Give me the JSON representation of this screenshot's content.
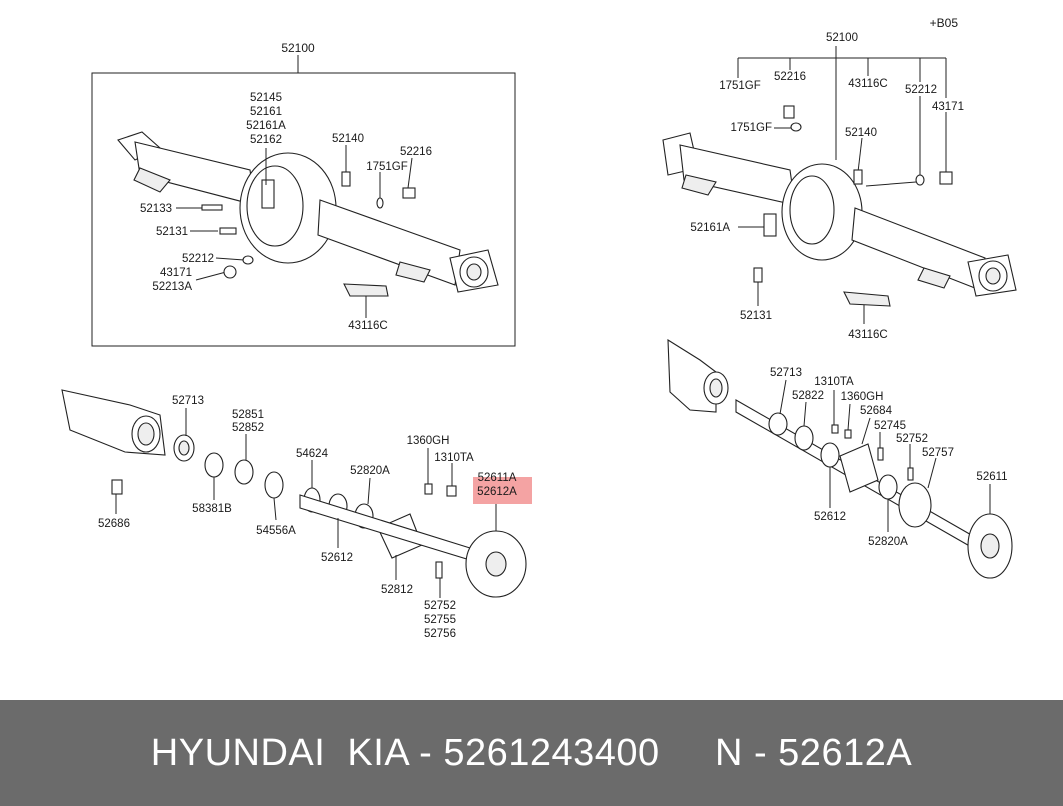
{
  "diagram": {
    "top_left": {
      "box_label": "52100",
      "labels": {
        "l52145": "52145",
        "l52161": "52161",
        "l52161A": "52161A",
        "l52162": "52162",
        "l52140": "52140",
        "l52216": "52216",
        "l1751GF": "1751GF",
        "l52133": "52133",
        "l52131": "52131",
        "l52212": "52212",
        "l43171": "43171",
        "l52213A": "52213A",
        "l43116C": "43116C"
      }
    },
    "top_right": {
      "code": "+B05",
      "labels": {
        "l52100": "52100",
        "l1751GF_a": "1751GF",
        "l52216": "52216",
        "l43116C_a": "43116C",
        "l52212": "52212",
        "l43171": "43171",
        "l1751GF_b": "1751GF",
        "l52140": "52140",
        "l52161A": "52161A",
        "l52131": "52131",
        "l43116C_b": "43116C"
      }
    },
    "bottom_left": {
      "labels": {
        "l52713": "52713",
        "l52851": "52851",
        "l52852": "52852",
        "l58381B": "58381B",
        "l52686": "52686",
        "l54624": "54624",
        "l54556A": "54556A",
        "l52820A": "52820A",
        "l52612": "52612",
        "l1360GH": "1360GH",
        "l1310TA": "1310TA",
        "l52611A": "52611A",
        "l52612A": "52612A",
        "l52812": "52812",
        "l52752": "52752",
        "l52755": "52755",
        "l52756": "52756"
      },
      "highlight_color": "#f4a3a3"
    },
    "bottom_right": {
      "labels": {
        "l52713": "52713",
        "l1310TA": "1310TA",
        "l52822": "52822",
        "l1360GH": "1360GH",
        "l52684": "52684",
        "l52745": "52745",
        "l52752": "52752",
        "l52757": "52757",
        "l52611": "52611",
        "l52612": "52612",
        "l52820A": "52820A"
      }
    }
  },
  "footer": {
    "text": "HYUNDAI  KIA - 5261243400     N - 52612A",
    "background": "#6b6b6b",
    "color": "#ffffff"
  }
}
